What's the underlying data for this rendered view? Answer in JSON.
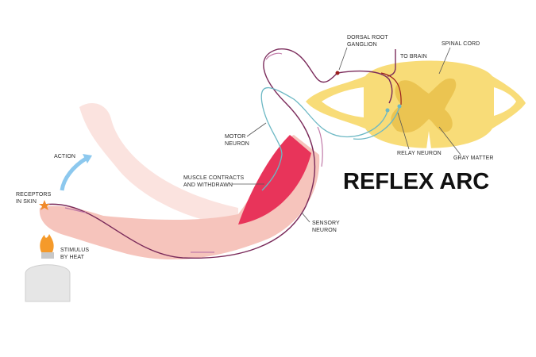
{
  "title": "REFLEX ARC",
  "labels": {
    "dorsal_root_ganglion": [
      "DORSAL ROOT",
      "GANGLION"
    ],
    "to_brain": "TO BRAIN",
    "spinal_cord": "SPINAL CORD",
    "relay_neuron": "RELAY NEURON",
    "gray_matter": "GRAY MATTER",
    "motor_neuron": [
      "MOTOR",
      "NEURON"
    ],
    "action": "ACTION",
    "muscle": [
      "MUSCLE CONTRACTS",
      "AND WITHDRAWN"
    ],
    "receptors": [
      "RECEPTORS",
      "IN SKIN"
    ],
    "sensory_neuron": [
      "SENSORY",
      "NEURON"
    ],
    "stimulus": [
      "STIMULUS",
      "BY HEAT"
    ]
  },
  "colors": {
    "skin": "#f6c4bc",
    "skin_faded": "#fbe3df",
    "muscle": "#e8345a",
    "spinal_cord": "#f8dc78",
    "gray_matter": "#e9bf4a",
    "sensory": "#7a2a5a",
    "motor": "#6cb8c4",
    "relay": "#9a1e1e"
  }
}
